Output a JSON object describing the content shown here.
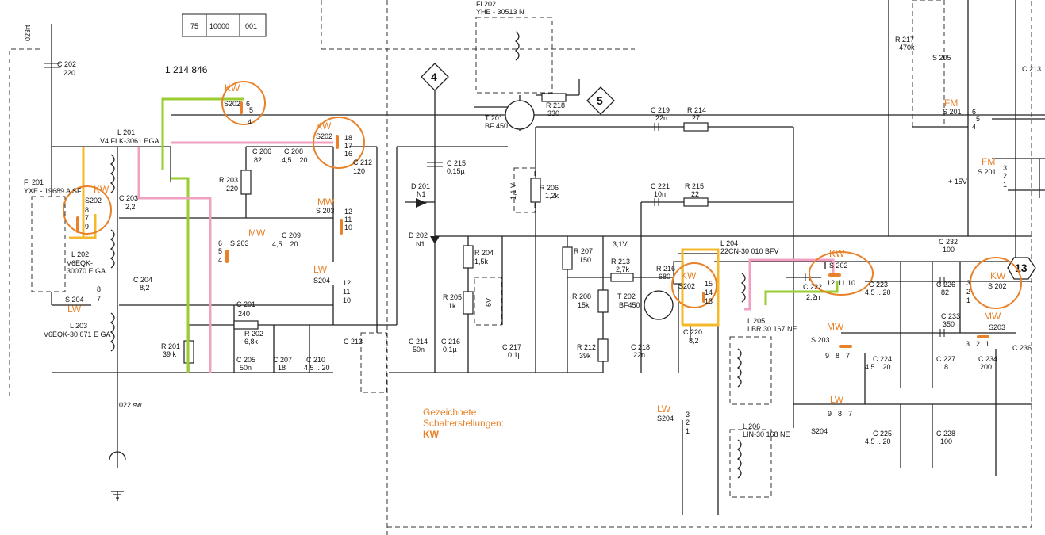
{
  "header": {
    "box1": "75",
    "box2": "10000",
    "box3": "001",
    "part_number": "1 214 846",
    "ref_red": "023rt",
    "ref_gnd": "022 sw"
  },
  "nodes": [
    "4",
    "5",
    "13"
  ],
  "components": {
    "c202": [
      "C 202",
      "220"
    ],
    "l201": [
      "L 201",
      "V4 FLK-3061 EGA"
    ],
    "fi201": [
      "Fi 201",
      "YXE - 19689 A SF"
    ],
    "l202": [
      "L 202",
      "V6EQK-",
      "30070 E GA"
    ],
    "l203": [
      "L 203",
      "V6EQK-30 071 E GA"
    ],
    "c203": [
      "C 203",
      "2,2"
    ],
    "c204": [
      "C 204",
      "8,2"
    ],
    "r201": [
      "R 201",
      "39 k"
    ],
    "c201": [
      "C 201",
      "240"
    ],
    "r202": [
      "R 202",
      "6,8k"
    ],
    "c205": [
      "C 205",
      "50n"
    ],
    "c207": [
      "C 207",
      "18"
    ],
    "c210": [
      "C 210",
      "4,5 .. 20"
    ],
    "c206": [
      "C 206",
      "82"
    ],
    "c208": [
      "C 208",
      "4,5 .. 20"
    ],
    "c212": [
      "C 212",
      "120"
    ],
    "c209": [
      "C 209",
      "4,5 .. 20"
    ],
    "r203": [
      "R 203",
      "220"
    ],
    "fi202": [
      "Fi 202",
      "YHE - 30513 N"
    ],
    "t201": [
      "T 201",
      "BF 450"
    ],
    "r218": [
      "R 218",
      "330"
    ],
    "c215": [
      "C 215",
      "0,15µ"
    ],
    "d201": [
      "D 201",
      "N1"
    ],
    "d202": [
      "D 202",
      "N1"
    ],
    "r204": [
      "R 204",
      "1,5k"
    ],
    "r205": [
      "R 205",
      "1k"
    ],
    "c214": [
      "C 214",
      "50n"
    ],
    "c216": [
      "C 216",
      "0,1µ"
    ],
    "c213": [
      "C 213",
      ""
    ],
    "r206": [
      "R 206",
      "1,2k"
    ],
    "c217": [
      "C 217",
      "0,1µ"
    ],
    "r207": [
      "R 207",
      "150"
    ],
    "r208": [
      "R 208",
      "15k"
    ],
    "r212": [
      "R 212",
      "39k"
    ],
    "c219": [
      "C 219",
      "22n"
    ],
    "r214": [
      "R 214",
      "27"
    ],
    "c221": [
      "C 221",
      "10n"
    ],
    "r215": [
      "R 215",
      "22"
    ],
    "r213": [
      "R 213",
      "2,7k"
    ],
    "r216": [
      "R 216",
      "680"
    ],
    "t202": [
      "T 202",
      "BF450"
    ],
    "c218": [
      "C 218",
      "22n"
    ],
    "c220": [
      "C 220",
      "8,2"
    ],
    "l204": [
      "L 204",
      "22CN-30 010 BFV"
    ],
    "c222": [
      "C 222",
      "2,2n"
    ],
    "l205": [
      "L 205",
      "LBR 30 167 NE"
    ],
    "l206": [
      "L 206",
      "LIN-30 168 NE"
    ],
    "c223": [
      "C 223",
      "4,5 .. 20"
    ],
    "c226": [
      "C 226",
      "82"
    ],
    "c232": [
      "C 232",
      "100"
    ],
    "c233": [
      "C 233",
      "350"
    ],
    "c224": [
      "C 224",
      "4,5 .. 20"
    ],
    "c227": [
      "C 227",
      "8"
    ],
    "c225": [
      "C 225",
      "4,5 .. 20"
    ],
    "c228": [
      "C 228",
      "100"
    ],
    "c234": [
      "C 234",
      "200"
    ],
    "c236": [
      "C 236",
      ""
    ],
    "r217": [
      "R 217",
      "470k"
    ],
    "c213r": [
      "C 213",
      ""
    ],
    "s205": "S 205"
  },
  "voltages": {
    "v31": "3,1V",
    "v11": "1,1 V",
    "v6": "6V",
    "v15": "+ 15V"
  },
  "switches": {
    "s202_a": {
      "name": "S202",
      "pins": [
        "6",
        "5",
        "4"
      ]
    },
    "s202_b": {
      "name": "S202",
      "pins": [
        "18",
        "17",
        "16"
      ]
    },
    "s202_c": {
      "name": "S202",
      "pins": [
        "8",
        "7",
        "9"
      ]
    },
    "s203_a": {
      "name": "S 203",
      "pins": [
        "12",
        "11",
        "10"
      ]
    },
    "s203_b": {
      "name": "S 203",
      "pins": [
        "6",
        "5",
        "4"
      ]
    },
    "s204_a": {
      "name": "S204",
      "pins": [
        "12",
        "11",
        "10"
      ]
    },
    "s204_b": {
      "name": "S 204",
      "pins": [
        "8",
        "7"
      ]
    },
    "s202_d": {
      "name": "S202",
      "pins": [
        "15",
        "14",
        "13"
      ]
    },
    "s202_e": {
      "name": "S 202",
      "pins": [
        "12",
        "11",
        "10"
      ]
    },
    "s202_f": {
      "name": "S 202",
      "pins": [
        "3",
        "2",
        "1"
      ]
    },
    "s203_c": {
      "name": "S203",
      "pins": [
        "3",
        "2",
        "1"
      ]
    },
    "s203_d": {
      "name": "S 203",
      "pins": [
        "9",
        "8",
        "7"
      ]
    },
    "s204_c": {
      "name": "S204",
      "pins": [
        "3",
        "2",
        "1"
      ]
    },
    "s204_d": {
      "name": "S204",
      "pins": [
        "9",
        "8",
        "7"
      ]
    },
    "s201_a": {
      "name": "S 201",
      "pins": [
        "6",
        "5",
        "4"
      ]
    },
    "s201_b": {
      "name": "S 201",
      "pins": [
        "3",
        "2",
        "1"
      ]
    }
  },
  "bands": {
    "kw": "KW",
    "mw": "MW",
    "lw": "LW",
    "fm": "FM"
  },
  "note": {
    "line1": "Gezeichnete",
    "line2": "Schalterstellungen:",
    "value": "KW"
  }
}
